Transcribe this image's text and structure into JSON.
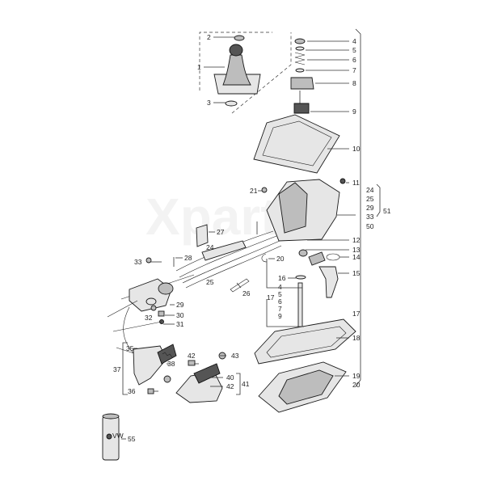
{
  "watermark": "Xparts",
  "part_ring_text": "VW",
  "callouts": [
    {
      "id": "c2",
      "text": "2"
    },
    {
      "id": "c1",
      "text": "1"
    },
    {
      "id": "c3",
      "text": "3"
    },
    {
      "id": "c4",
      "text": "4"
    },
    {
      "id": "c5",
      "text": "5"
    },
    {
      "id": "c6",
      "text": "6"
    },
    {
      "id": "c7",
      "text": "7"
    },
    {
      "id": "c8",
      "text": "8"
    },
    {
      "id": "c9",
      "text": "9"
    },
    {
      "id": "c10",
      "text": "10"
    },
    {
      "id": "c11",
      "text": "11"
    },
    {
      "id": "c21",
      "text": "21"
    },
    {
      "id": "c24r",
      "text": "24"
    },
    {
      "id": "c25r",
      "text": "25"
    },
    {
      "id": "c29r",
      "text": "29"
    },
    {
      "id": "c33r",
      "text": "33"
    },
    {
      "id": "c51",
      "text": "51"
    },
    {
      "id": "c50",
      "text": "50"
    },
    {
      "id": "c27",
      "text": "27"
    },
    {
      "id": "c24",
      "text": "24"
    },
    {
      "id": "c12",
      "text": "12"
    },
    {
      "id": "c13",
      "text": "13"
    },
    {
      "id": "c14",
      "text": "14"
    },
    {
      "id": "c15",
      "text": "15"
    },
    {
      "id": "c33",
      "text": "33"
    },
    {
      "id": "c28",
      "text": "28"
    },
    {
      "id": "c20",
      "text": "20"
    },
    {
      "id": "c16",
      "text": "16"
    },
    {
      "id": "c4b",
      "text": "4"
    },
    {
      "id": "c5b",
      "text": "5"
    },
    {
      "id": "c6b",
      "text": "6"
    },
    {
      "id": "c7b",
      "text": "7"
    },
    {
      "id": "c9b",
      "text": "9"
    },
    {
      "id": "c17a",
      "text": "17"
    },
    {
      "id": "c17b",
      "text": "17"
    },
    {
      "id": "c25",
      "text": "25"
    },
    {
      "id": "c26",
      "text": "26"
    },
    {
      "id": "c29",
      "text": "29"
    },
    {
      "id": "c32",
      "text": "32"
    },
    {
      "id": "c30",
      "text": "30"
    },
    {
      "id": "c31",
      "text": "31"
    },
    {
      "id": "c18",
      "text": "18"
    },
    {
      "id": "c35",
      "text": "35"
    },
    {
      "id": "c37",
      "text": "37"
    },
    {
      "id": "c38",
      "text": "38"
    },
    {
      "id": "c36",
      "text": "36"
    },
    {
      "id": "c42a",
      "text": "42"
    },
    {
      "id": "c43",
      "text": "43"
    },
    {
      "id": "c40",
      "text": "40"
    },
    {
      "id": "c42b",
      "text": "42"
    },
    {
      "id": "c41",
      "text": "41"
    },
    {
      "id": "c19",
      "text": "19"
    },
    {
      "id": "c20b",
      "text": "20"
    },
    {
      "id": "c55",
      "text": "55"
    }
  ]
}
